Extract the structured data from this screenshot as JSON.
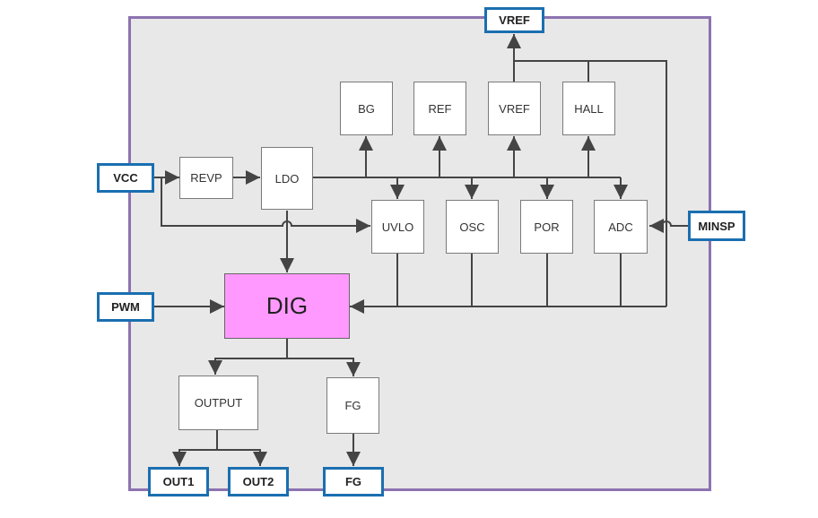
{
  "blocks": {
    "bg": "BG",
    "ref": "REF",
    "vref": "VREF",
    "hall": "HALL",
    "revp": "REVP",
    "ldo": "LDO",
    "uvlo": "UVLO",
    "osc": "OSC",
    "por": "POR",
    "adc": "ADC",
    "dig": "DIG",
    "output": "OUTPUT",
    "fg": "FG"
  },
  "pins": {
    "vref": "VREF",
    "vcc": "VCC",
    "minsp": "MINSP",
    "pwm": "PWM",
    "out1": "OUT1",
    "out2": "OUT2",
    "fg": "FG"
  },
  "colors": {
    "chip_border": "#8c73b0",
    "chip_fill": "#e8e8e8",
    "pin_border": "#1a6fb0",
    "dig_fill": "#ff99ff"
  }
}
